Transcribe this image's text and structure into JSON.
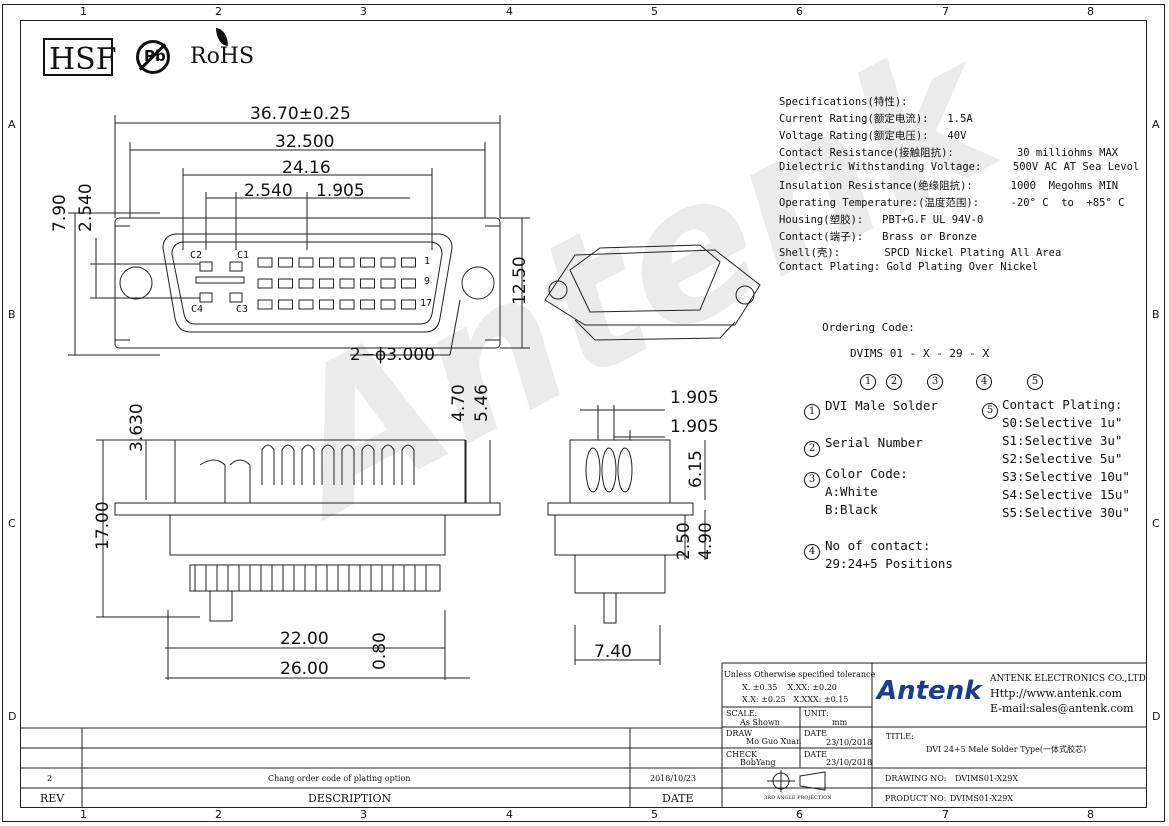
{
  "zones_top": [
    "1",
    "2",
    "3",
    "4",
    "5",
    "6",
    "7",
    "8"
  ],
  "zones_side": [
    "A",
    "B",
    "C",
    "D"
  ],
  "logos": {
    "hsf": "HSF",
    "pb": "Pb",
    "rohs": "RoHS"
  },
  "watermark": "Antenk",
  "dims": {
    "d3670": "36.70±0.25",
    "d32500": "32.500",
    "d2416": "24.16",
    "d2540": "2.540",
    "d1905": "1.905",
    "d790": "7.90",
    "d2540v": "2.540",
    "d1250": "12.50",
    "hole": "2−ϕ3.000",
    "d3630": "3.630",
    "d470": "4.70",
    "d546": "5.46",
    "d1700": "17.00",
    "d2200": "22.00",
    "d080": "0.80",
    "d2600": "26.00",
    "s1905a": "1.905",
    "s1905b": "1.905",
    "s615": "6.15",
    "s250": "2.50",
    "s490": "4.90",
    "s740": "7.40"
  },
  "pins": {
    "c2": "C2",
    "c1": "C1",
    "c4": "C4",
    "c3": "C3",
    "p1": "1",
    "p9": "9",
    "p17": "17"
  },
  "specs": [
    "Specifications(特性):",
    "Current Rating(额定电流):   1.5A",
    "Voltage Rating(额定电压):   40V",
    "Contact Resistance(接触阻抗):          30 milliohms MAX",
    "Dielectric Withstanding Voltage:     500V AC AT Sea Levol",
    "Insulation Resistance(绝缘阻抗):      1000  Megohms MIN",
    "Operating Temperature:(温度范围):     -20° C  to  +85° C",
    "Housing(塑胶):   PBT+G.F UL 94V-0",
    "Contact(端子):   Brass or Bronze",
    "Shell(壳):       SPCD Nickel Plating All Area",
    "Contact Plating: Gold Plating Over Nickel"
  ],
  "ordering": {
    "title": "Ordering Code:",
    "code": "DVIMS 01 - X - 29 - X",
    "nums": [
      "1",
      "2",
      "3",
      "4",
      "5"
    ],
    "o1": "DVI Male Solder",
    "o2": "Serial Number",
    "o3": "Color Code:",
    "o3a": "A:White",
    "o3b": "B:Black",
    "o4": "No of contact:",
    "o4a": "29:24+5 Positions",
    "o5": "Contact Plating:",
    "o5list": [
      "S0:Selective 1u\"",
      "S1:Selective 3u\"",
      "S2:Selective 5u\"",
      "S3:Selective 10u\"",
      "S4:Selective 15u\"",
      "S5:Selective 30u\""
    ]
  },
  "titleblock": {
    "tol_title": "Unless Otherwise specified tolerance",
    "tol1": "X. ±0.35    X.XX: ±0.20",
    "tol2": "X.X: ±0.25   X.XXX: ±0.15",
    "scale_label": "SCALE:",
    "scale": "As Shown",
    "unit_label": "UNIT:",
    "unit": "mm",
    "draw_label": "DRAW",
    "draw": "Mo Guo Xuan",
    "date_label": "DATE",
    "draw_date": "23/10/2018",
    "check_label": "CHECK",
    "check": "BobYang",
    "check_date": "23/10/2018",
    "company": "ANTENK ELECTRONICS CO.,LTD",
    "http": "Http://www.antenk.com",
    "email": "E-mail:sales@antenk.com",
    "logo": "Antenk",
    "title_label": "TITLE:",
    "title": "DVI 24+5 Male Solder Type(一体式胶芯)",
    "projection": "3RD ANGLE PROJECTION",
    "drawing_label": "DRAWING NO:",
    "drawing_no": "DVIMS01-X29X",
    "product_label": "PRODUCT NO:",
    "product_no": "DVIMS01-X29X",
    "rev_no": "2",
    "rev_desc": "Chang order code of plating option",
    "rev_date": "2018/10/23",
    "rev_h": "REV",
    "desc_h": "DESCRIPTION",
    "date_h": "DATE"
  }
}
